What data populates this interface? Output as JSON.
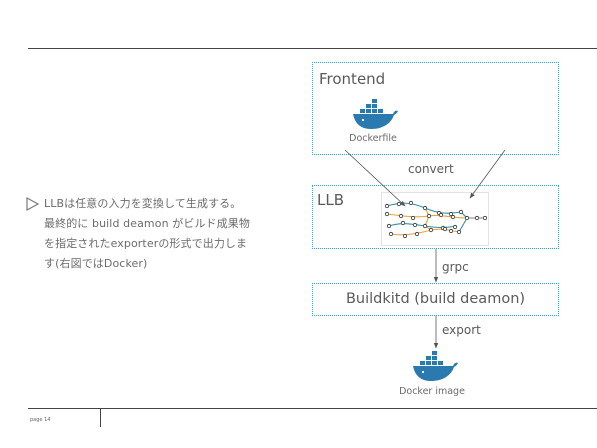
{
  "page": {
    "number_label": "page 14"
  },
  "bullet": {
    "icon": "triangle-right-outline-icon",
    "text": "LLBは任意の入力を変換して生成する。\n最終的に build deamon がビルド成果物\nを指定されたexporterの形式で出力しま\nす(右図ではDocker)"
  },
  "diagram": {
    "frontend_label": "Frontend",
    "dockerfile_label": "Dockerfile",
    "convert_label": "convert",
    "llb_label": "LLB",
    "grpc_label": "grpc",
    "buildkitd_label": "Buildkitd (build deamon)",
    "export_label": "export",
    "docker_image_label": "Docker image",
    "icons": [
      "docker-whale-icon",
      "llb-graph-icon",
      "docker-whale-icon"
    ]
  },
  "colors": {
    "box_border": "#4a9fd6",
    "docker_blue": "#2a7ab0",
    "graph_orange": "#e8a33a",
    "graph_teal": "#2f8fa0",
    "rule": "#444444"
  }
}
